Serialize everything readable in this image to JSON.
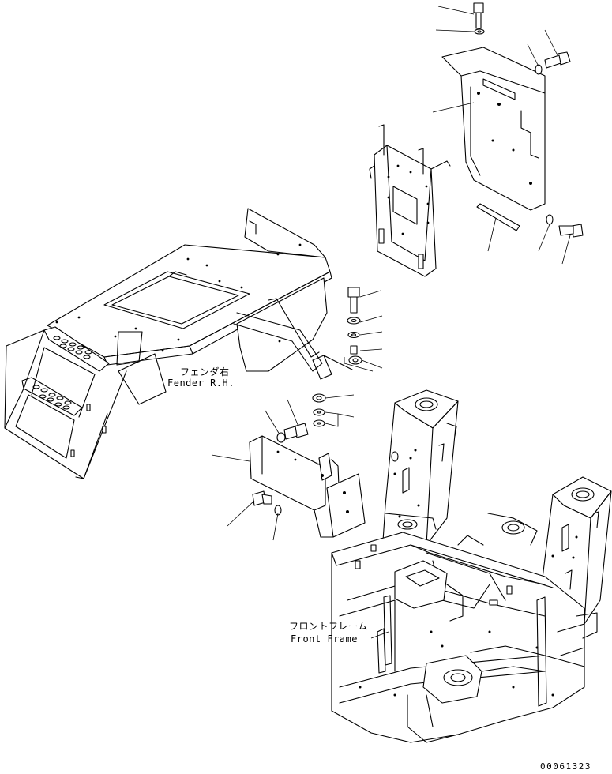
{
  "labels": {
    "fender_jp": "フェンダ右",
    "fender_en": "Fender R.H.",
    "frame_jp": "フロントフレーム",
    "frame_en": "Front Frame",
    "drawing_number": "00061323"
  },
  "icons": {
    "bolt": "hex-bolt-icon",
    "washer": "washer-icon",
    "spacer": "spacer-icon"
  }
}
